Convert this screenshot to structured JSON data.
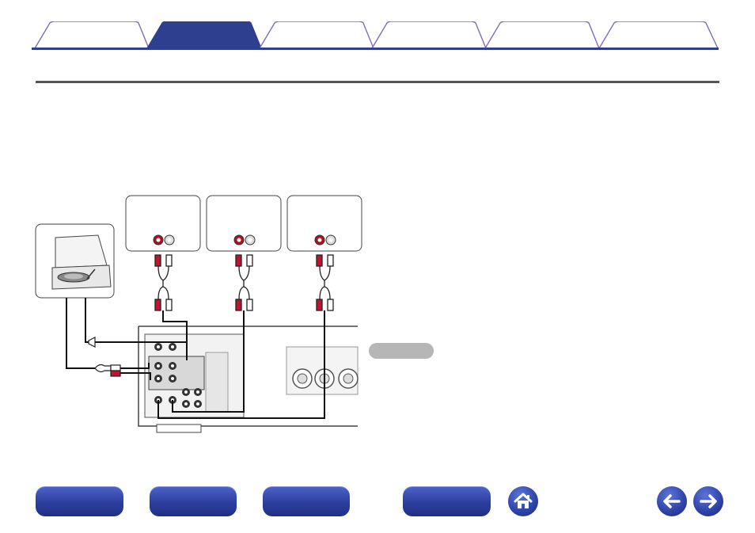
{
  "tabs": [
    {
      "label": "",
      "active": false
    },
    {
      "label": "",
      "active": true
    },
    {
      "label": "",
      "active": false
    },
    {
      "label": "",
      "active": false
    },
    {
      "label": "",
      "active": false
    },
    {
      "label": "",
      "active": false
    }
  ],
  "colors": {
    "accent": "#2f3f8f",
    "tab_inactive_fill": "#ffffff",
    "tab_border": "#7a6fb3",
    "cable_red": "#c8102e",
    "note_pill": "#b6b6b6"
  },
  "diagram": {
    "devices": [
      "turntable",
      "device-1",
      "device-2",
      "device-3",
      "amplifier-rear-panel"
    ]
  },
  "note": {
    "label": ""
  },
  "bottom_nav": {
    "buttons": [
      {
        "label": ""
      },
      {
        "label": ""
      },
      {
        "label": ""
      },
      {
        "label": ""
      }
    ],
    "home_icon": "home-icon",
    "back_icon": "arrow-left-icon",
    "forward_icon": "arrow-right-icon"
  }
}
